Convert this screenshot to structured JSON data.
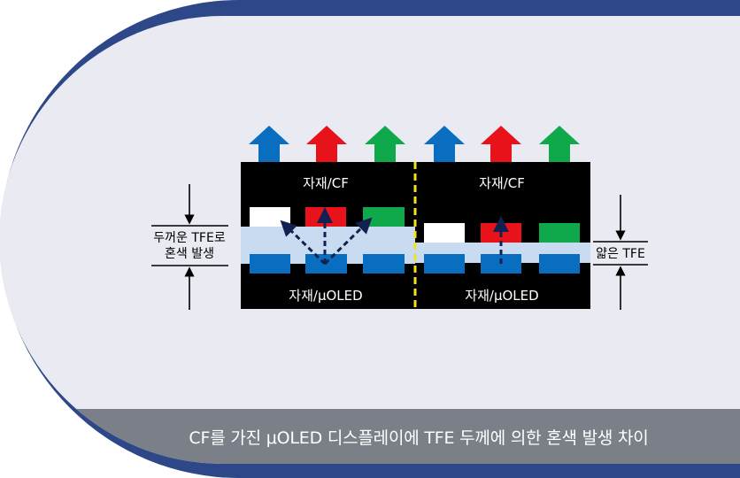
{
  "diagram": {
    "left_panel": {
      "top_label": "자재/CF",
      "bottom_label": "자재/μOLED"
    },
    "right_panel": {
      "top_label": "자재/CF",
      "bottom_label": "자재/μOLED"
    },
    "left_annotation": [
      "두꺼운 TFE로",
      "혼색 발생"
    ],
    "right_annotation": "얇은 TFE",
    "colors": {
      "navy_frame": "#2d4788",
      "panel_bg": "#e9eaf2",
      "caption_bar": "#7b7f88",
      "red": "#e8121b",
      "green": "#0fa84a",
      "blue": "#0a6ec0",
      "tfe": "#c9dbf0",
      "divider": "#f3e11b"
    }
  },
  "caption": "CF를 가진 μOLED 디스플레이에 TFE 두께에 의한 혼색 발생 차이"
}
